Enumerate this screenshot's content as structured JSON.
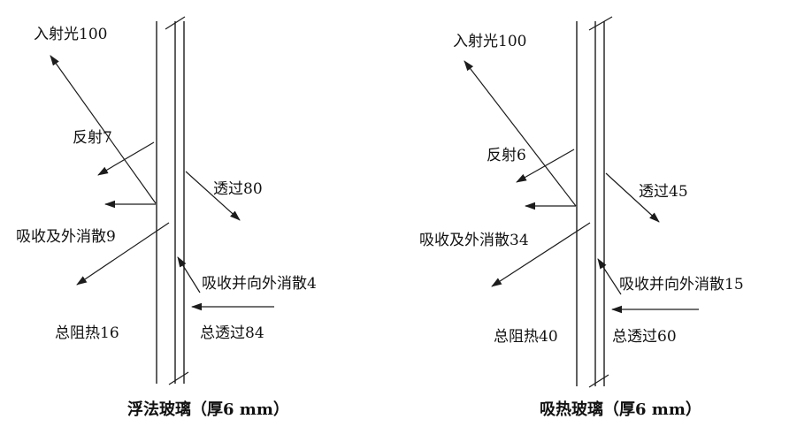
{
  "figure": {
    "diagrams": [
      {
        "caption": "浮法玻璃（厚6 mm）",
        "labels": {
          "incident": "入射光100",
          "reflect": "反射7",
          "transmit": "透过80",
          "absorb_out": "吸收及外消散9",
          "absorb_dissipate_out": "吸收并向外消散4",
          "total_heat_blocked": "总阻热16",
          "total_transmitted": "总透过84"
        },
        "values": {
          "incident": 100,
          "reflected": 7,
          "transmitted": 80,
          "absorbed_dissipated_outside": 9,
          "absorbed_dissipated_inside": 4,
          "total_heat_blocked": 16,
          "total_transmitted": 84
        }
      },
      {
        "caption": "吸热玻璃（厚6 mm）",
        "labels": {
          "incident": "入射光100",
          "reflect": "反射6",
          "transmit": "透过45",
          "absorb_out": "吸收及外消散34",
          "absorb_dissipate_out": "吸收并向外消散15",
          "total_heat_blocked": "总阻热40",
          "total_transmitted": "总透过60"
        },
        "values": {
          "incident": 100,
          "reflected": 6,
          "transmitted": 45,
          "absorbed_dissipated_outside": 34,
          "absorbed_dissipated_inside": 15,
          "total_heat_blocked": 40,
          "total_transmitted": 60
        }
      }
    ],
    "colors": {
      "line": "#1c1c1c",
      "text": "#111111",
      "background": "#ffffff"
    }
  }
}
